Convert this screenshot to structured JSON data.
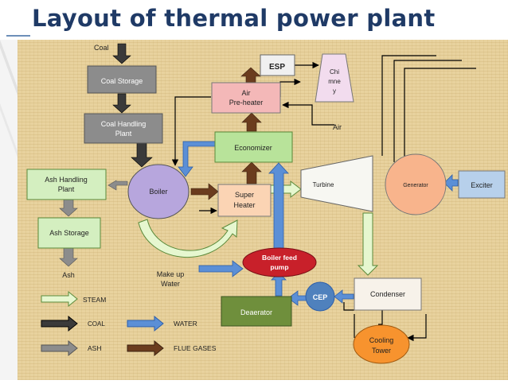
{
  "title": "Layout of thermal power plant",
  "nodes": {
    "coal_input": "Coal",
    "coal_storage": "Coal Storage",
    "coal_handling": [
      "Coal Handling",
      "Plant"
    ],
    "esp": "ESP",
    "chimney": [
      "Chi",
      "mne",
      "y"
    ],
    "air_preheater": [
      "Air",
      "Pre-heater"
    ],
    "air_input": "Air",
    "economizer": "Economizer",
    "ash_handling": [
      "Ash Handling",
      "Plant"
    ],
    "boiler": "Boiler",
    "super_heater": [
      "Super",
      "Heater"
    ],
    "turbine": "Turbine",
    "generator": "Generator",
    "exciter": "Exciter",
    "ash_storage": "Ash Storage",
    "ash_output": "Ash",
    "makeup_water": [
      "Make up",
      "Water"
    ],
    "boiler_feed_pump": [
      "Boiler feed",
      "pump"
    ],
    "cep": "CEP",
    "condenser": "Condenser",
    "deaerator": "Deaerator",
    "cooling_tower": [
      "Cooling",
      "Tower"
    ]
  },
  "legend": {
    "steam": "STEAM",
    "coal": "COAL",
    "ash": "ASH",
    "water": "WATER",
    "flue_gases": "FLUE GASES"
  },
  "colors": {
    "title": "#1f3a66",
    "background": "#e8d29e",
    "grey_box": "#8c8c8c",
    "pink_box": "#f4b8b8",
    "green_box": "#b8e39a",
    "dark_green_box": "#6f8f3c",
    "boiler": "#b7a6dd",
    "super_heater": "#fbd4b4",
    "generator": "#f8b48c",
    "exciter": "#b7d0eb",
    "pump": "#c8202a",
    "cep": "#4f81bd",
    "cooling_tower": "#f7932e",
    "steam_arrow": "#e6f7cf",
    "coal_arrow": "#3a3a3a",
    "ash_arrow": "#8c8c8c",
    "water_arrow": "#5b8fd6",
    "flue_arrow": "#6b3c1e"
  }
}
